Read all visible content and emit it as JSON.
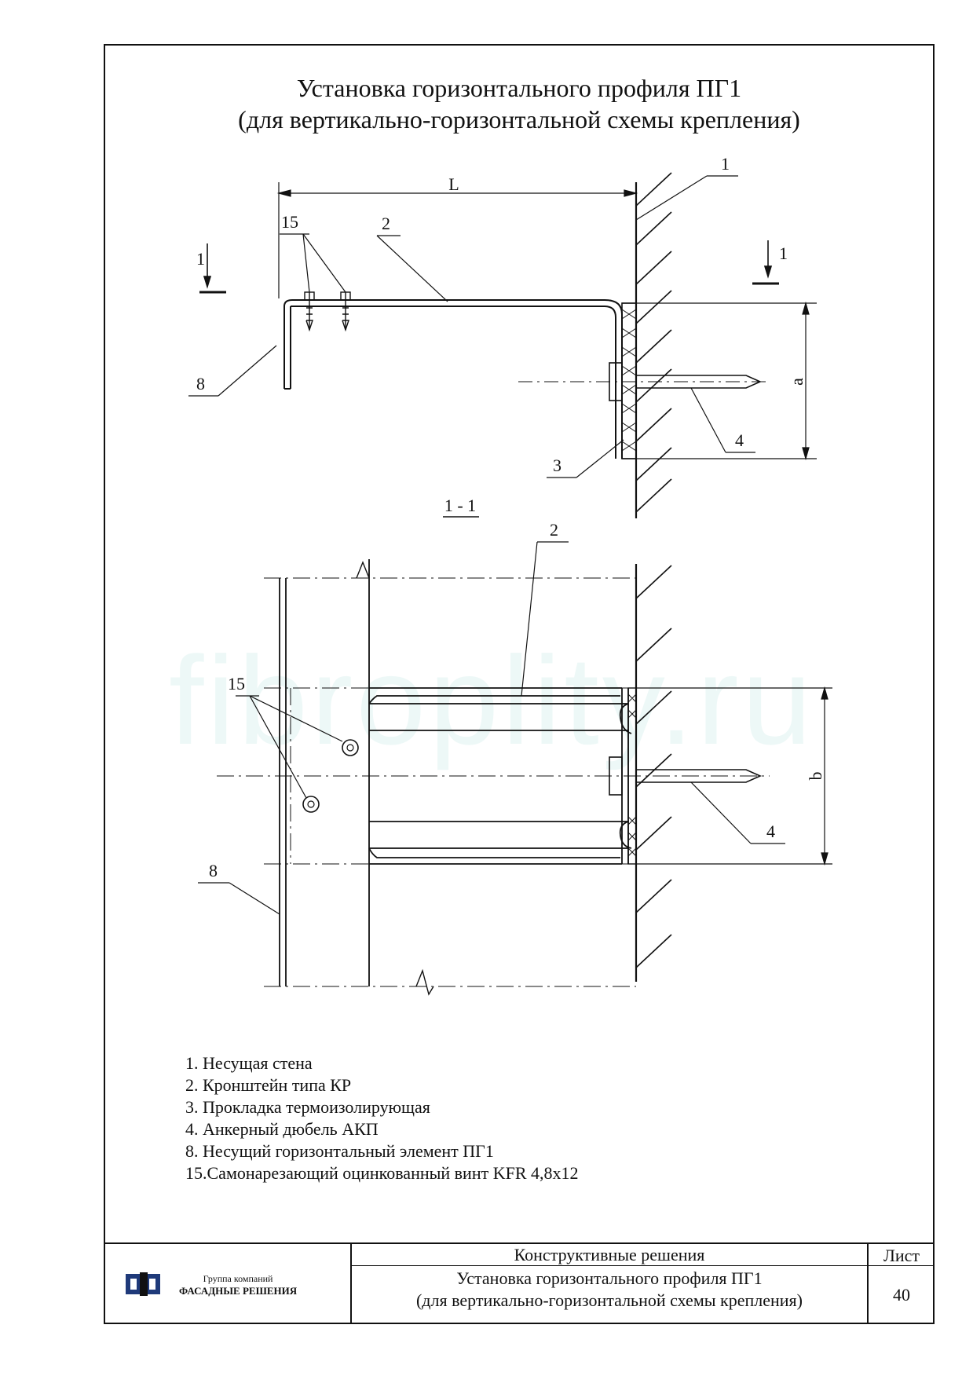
{
  "title": {
    "line1": "Установка горизонтального профиля ПГ1",
    "line2": "(для вертикально-горизонтальной схемы крепления)"
  },
  "drawing": {
    "labels": {
      "dim_l": "L",
      "dim_a": "a",
      "dim_b": "b",
      "section": "1 - 1",
      "cut_mark": "1",
      "callout_wall": "1",
      "callout_bracket": "2",
      "callout_pad": "3",
      "callout_anchor": "4",
      "callout_profile": "8",
      "callout_screw": "15"
    }
  },
  "watermark": "fibroplity.ru",
  "legend": [
    "1. Несущая стена",
    "2. Кронштейн типа КР",
    "3. Прокладка термоизолирующая",
    "4. Анкерный дюбель АКП",
    "8. Несущий горизонтальный элемент ПГ1",
    "15.Самонарезающий оцинкованный винт KFR 4,8х12"
  ],
  "title_block": {
    "company_line1": "Группа компаний",
    "company_line2": "ФАСАДНЫЕ РЕШЕНИЯ",
    "section": "Конструктивные решения",
    "sheet_label": "Лист",
    "sheet_number": "40",
    "desc_line1": "Установка горизонтального профиля ПГ1",
    "desc_line2": "(для вертикально-горизонтальной схемы крепления)"
  }
}
